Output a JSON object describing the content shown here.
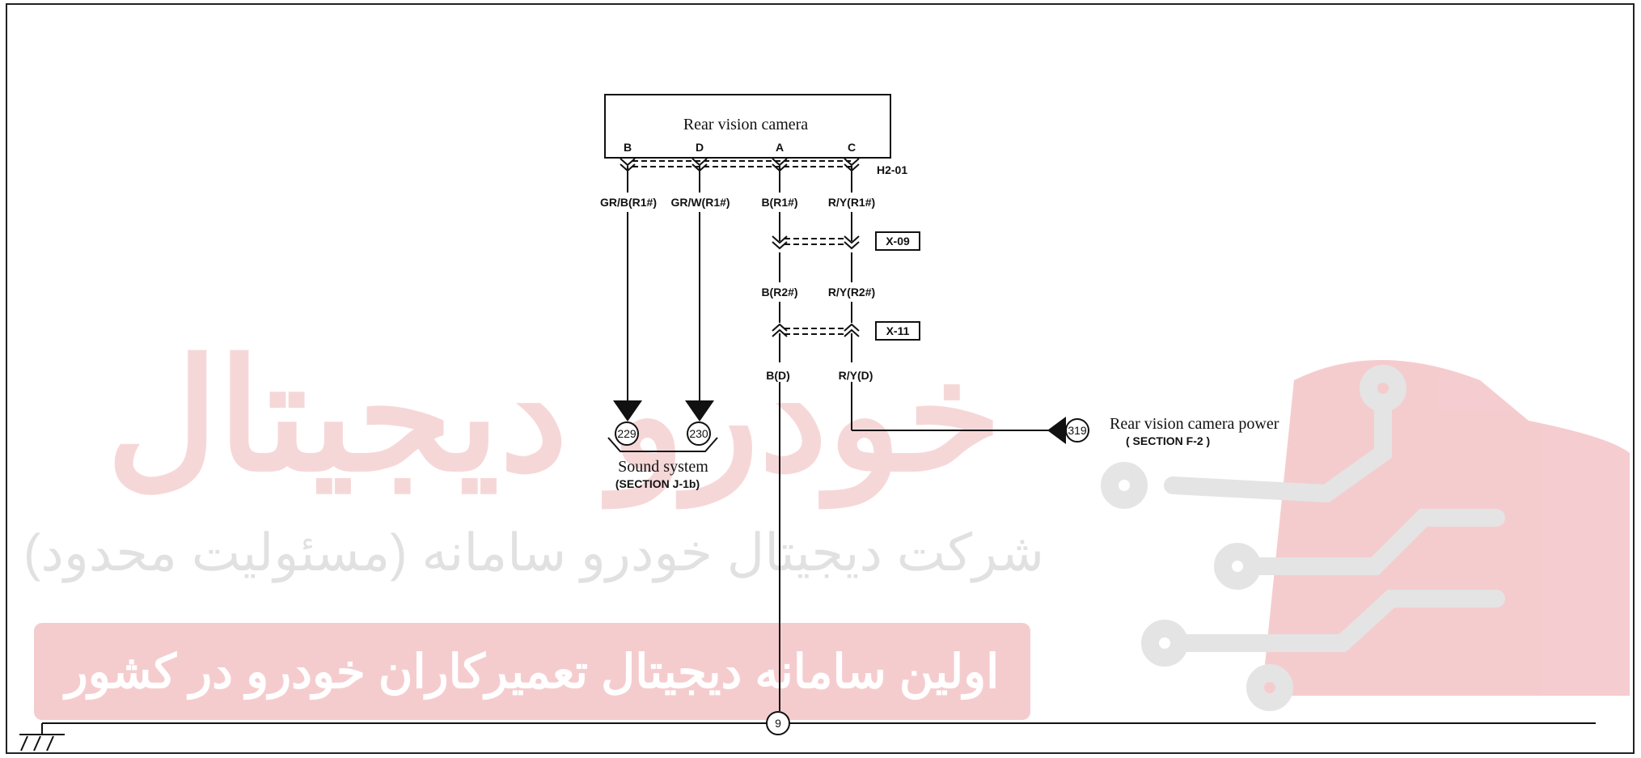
{
  "watermark": {
    "brand_word": "خودرو دیجیتال",
    "company_line": "شرکت دیجیتال خودرو سامانه (مسئولیت محدود)",
    "slogan": "اولین سامانه دیجیتال تعمیرکاران خودرو در کشور",
    "color_brand": "#e0353c",
    "color_grey": "#9a9a9a"
  },
  "component": {
    "name": "Rear vision camera",
    "connector_id": "H2-01",
    "pins": [
      "B",
      "D",
      "A",
      "C"
    ]
  },
  "wires": {
    "pin_b": "GR/B(R1#)",
    "pin_d": "GR/W(R1#)",
    "pin_a_r1": "B(R1#)",
    "pin_c_r1": "R/Y(R1#)",
    "pin_a_r2": "B(R2#)",
    "pin_c_r2": "R/Y(R2#)",
    "pin_a_d": "B(D)",
    "pin_c_d": "R/Y(D)"
  },
  "connectors": {
    "x09": "X-09",
    "x11": "X-11"
  },
  "references": {
    "sound_left": "229",
    "sound_right": "230",
    "sound_title": "Sound system",
    "sound_section": "(SECTION J-1b)",
    "power_ref": "319",
    "power_title": "Rear vision camera power",
    "power_section": "( SECTION F-2 )",
    "ground_ref": "9"
  }
}
